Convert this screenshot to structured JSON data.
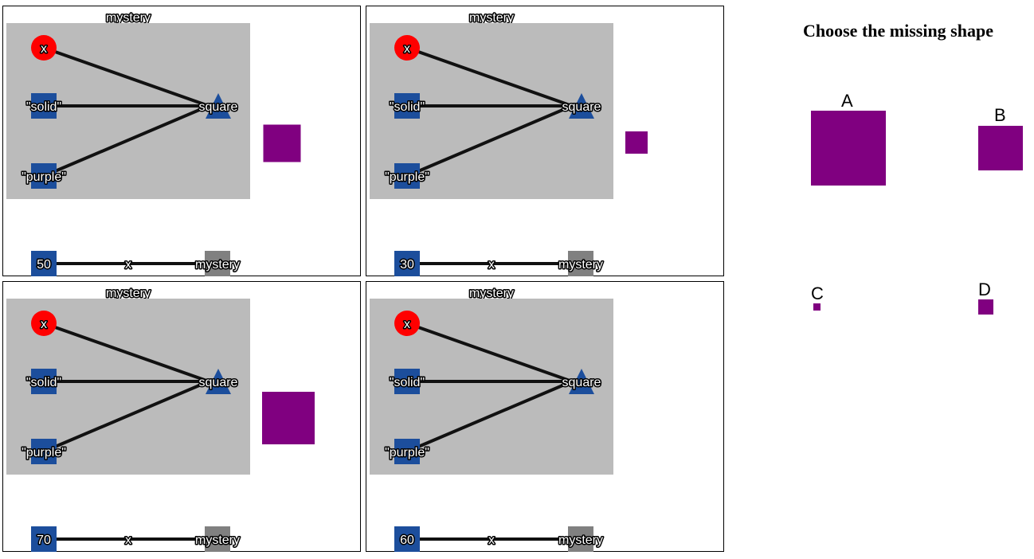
{
  "question": "Choose the missing shape",
  "colors": {
    "shape": "#800080",
    "node": "#1c4e9c",
    "x_node": "#ff0000",
    "graph_bg": "#bbbbbb",
    "output_node": "#808080"
  },
  "diagram": {
    "frame_label": "mystery",
    "param_label": "x",
    "nodes": {
      "x": "x",
      "solid": "\"solid\"",
      "purple": "\"purple\"",
      "square": "square"
    },
    "edge_label": "x",
    "output_label": "mystery"
  },
  "examples": [
    {
      "input": "50",
      "shape_size": 50
    },
    {
      "input": "30",
      "shape_size": 30
    },
    {
      "input": "70",
      "shape_size": 70
    },
    {
      "input": "60",
      "shape_size": null
    }
  ],
  "choices": [
    {
      "label": "A",
      "shape_size": 100
    },
    {
      "label": "B",
      "shape_size": 60
    },
    {
      "label": "C",
      "shape_size": 10
    },
    {
      "label": "D",
      "shape_size": 20
    }
  ]
}
